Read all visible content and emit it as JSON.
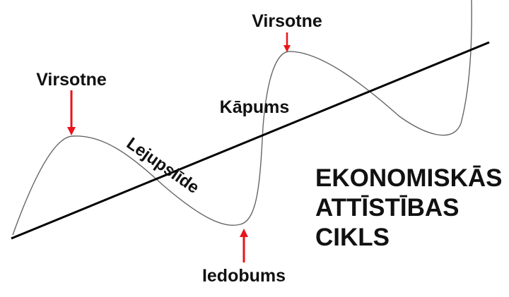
{
  "title_lines": [
    "EKONOMISKĀS",
    "ATTĪSTĪBAS",
    "CIKLS"
  ],
  "labels": {
    "peak_left": "Virsotne",
    "peak_right": "Virsotne",
    "decline": "Lejupslīde",
    "trough": "Iedobums",
    "rise": "Kāpums"
  },
  "colors": {
    "curve": "#666666",
    "trend_line": "#000000",
    "arrow": "#e8141b",
    "text": "#111111"
  }
}
